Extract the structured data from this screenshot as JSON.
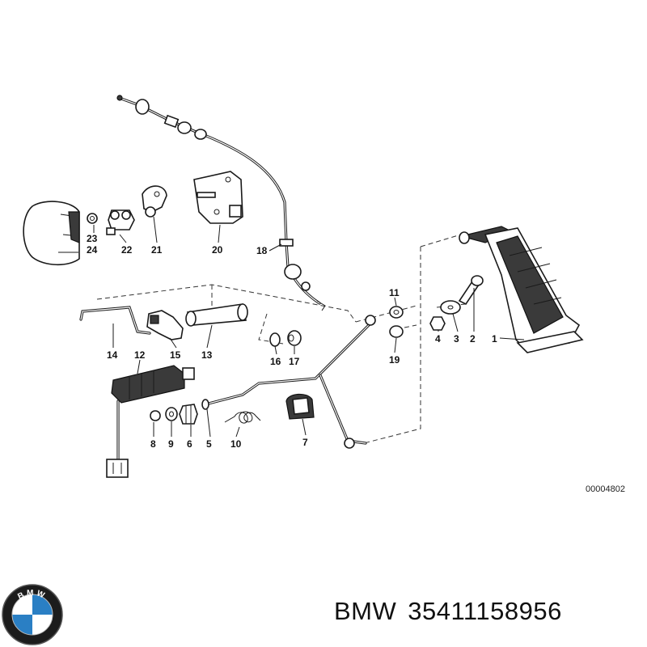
{
  "diagram": {
    "labels": [
      "1",
      "2",
      "3",
      "4",
      "5",
      "6",
      "7",
      "8",
      "9",
      "10",
      "11",
      "12",
      "13",
      "14",
      "15",
      "16",
      "17",
      "18",
      "19",
      "20",
      "21",
      "22",
      "23",
      "24"
    ],
    "drawing_number": "00004802"
  },
  "footer": {
    "brand": "BMW",
    "part_number": "35411158956"
  },
  "logo": {
    "text": "BMW",
    "colors": {
      "blue": "#2a7fc4",
      "white": "#ffffff",
      "ring": "#1c1c1c"
    }
  }
}
